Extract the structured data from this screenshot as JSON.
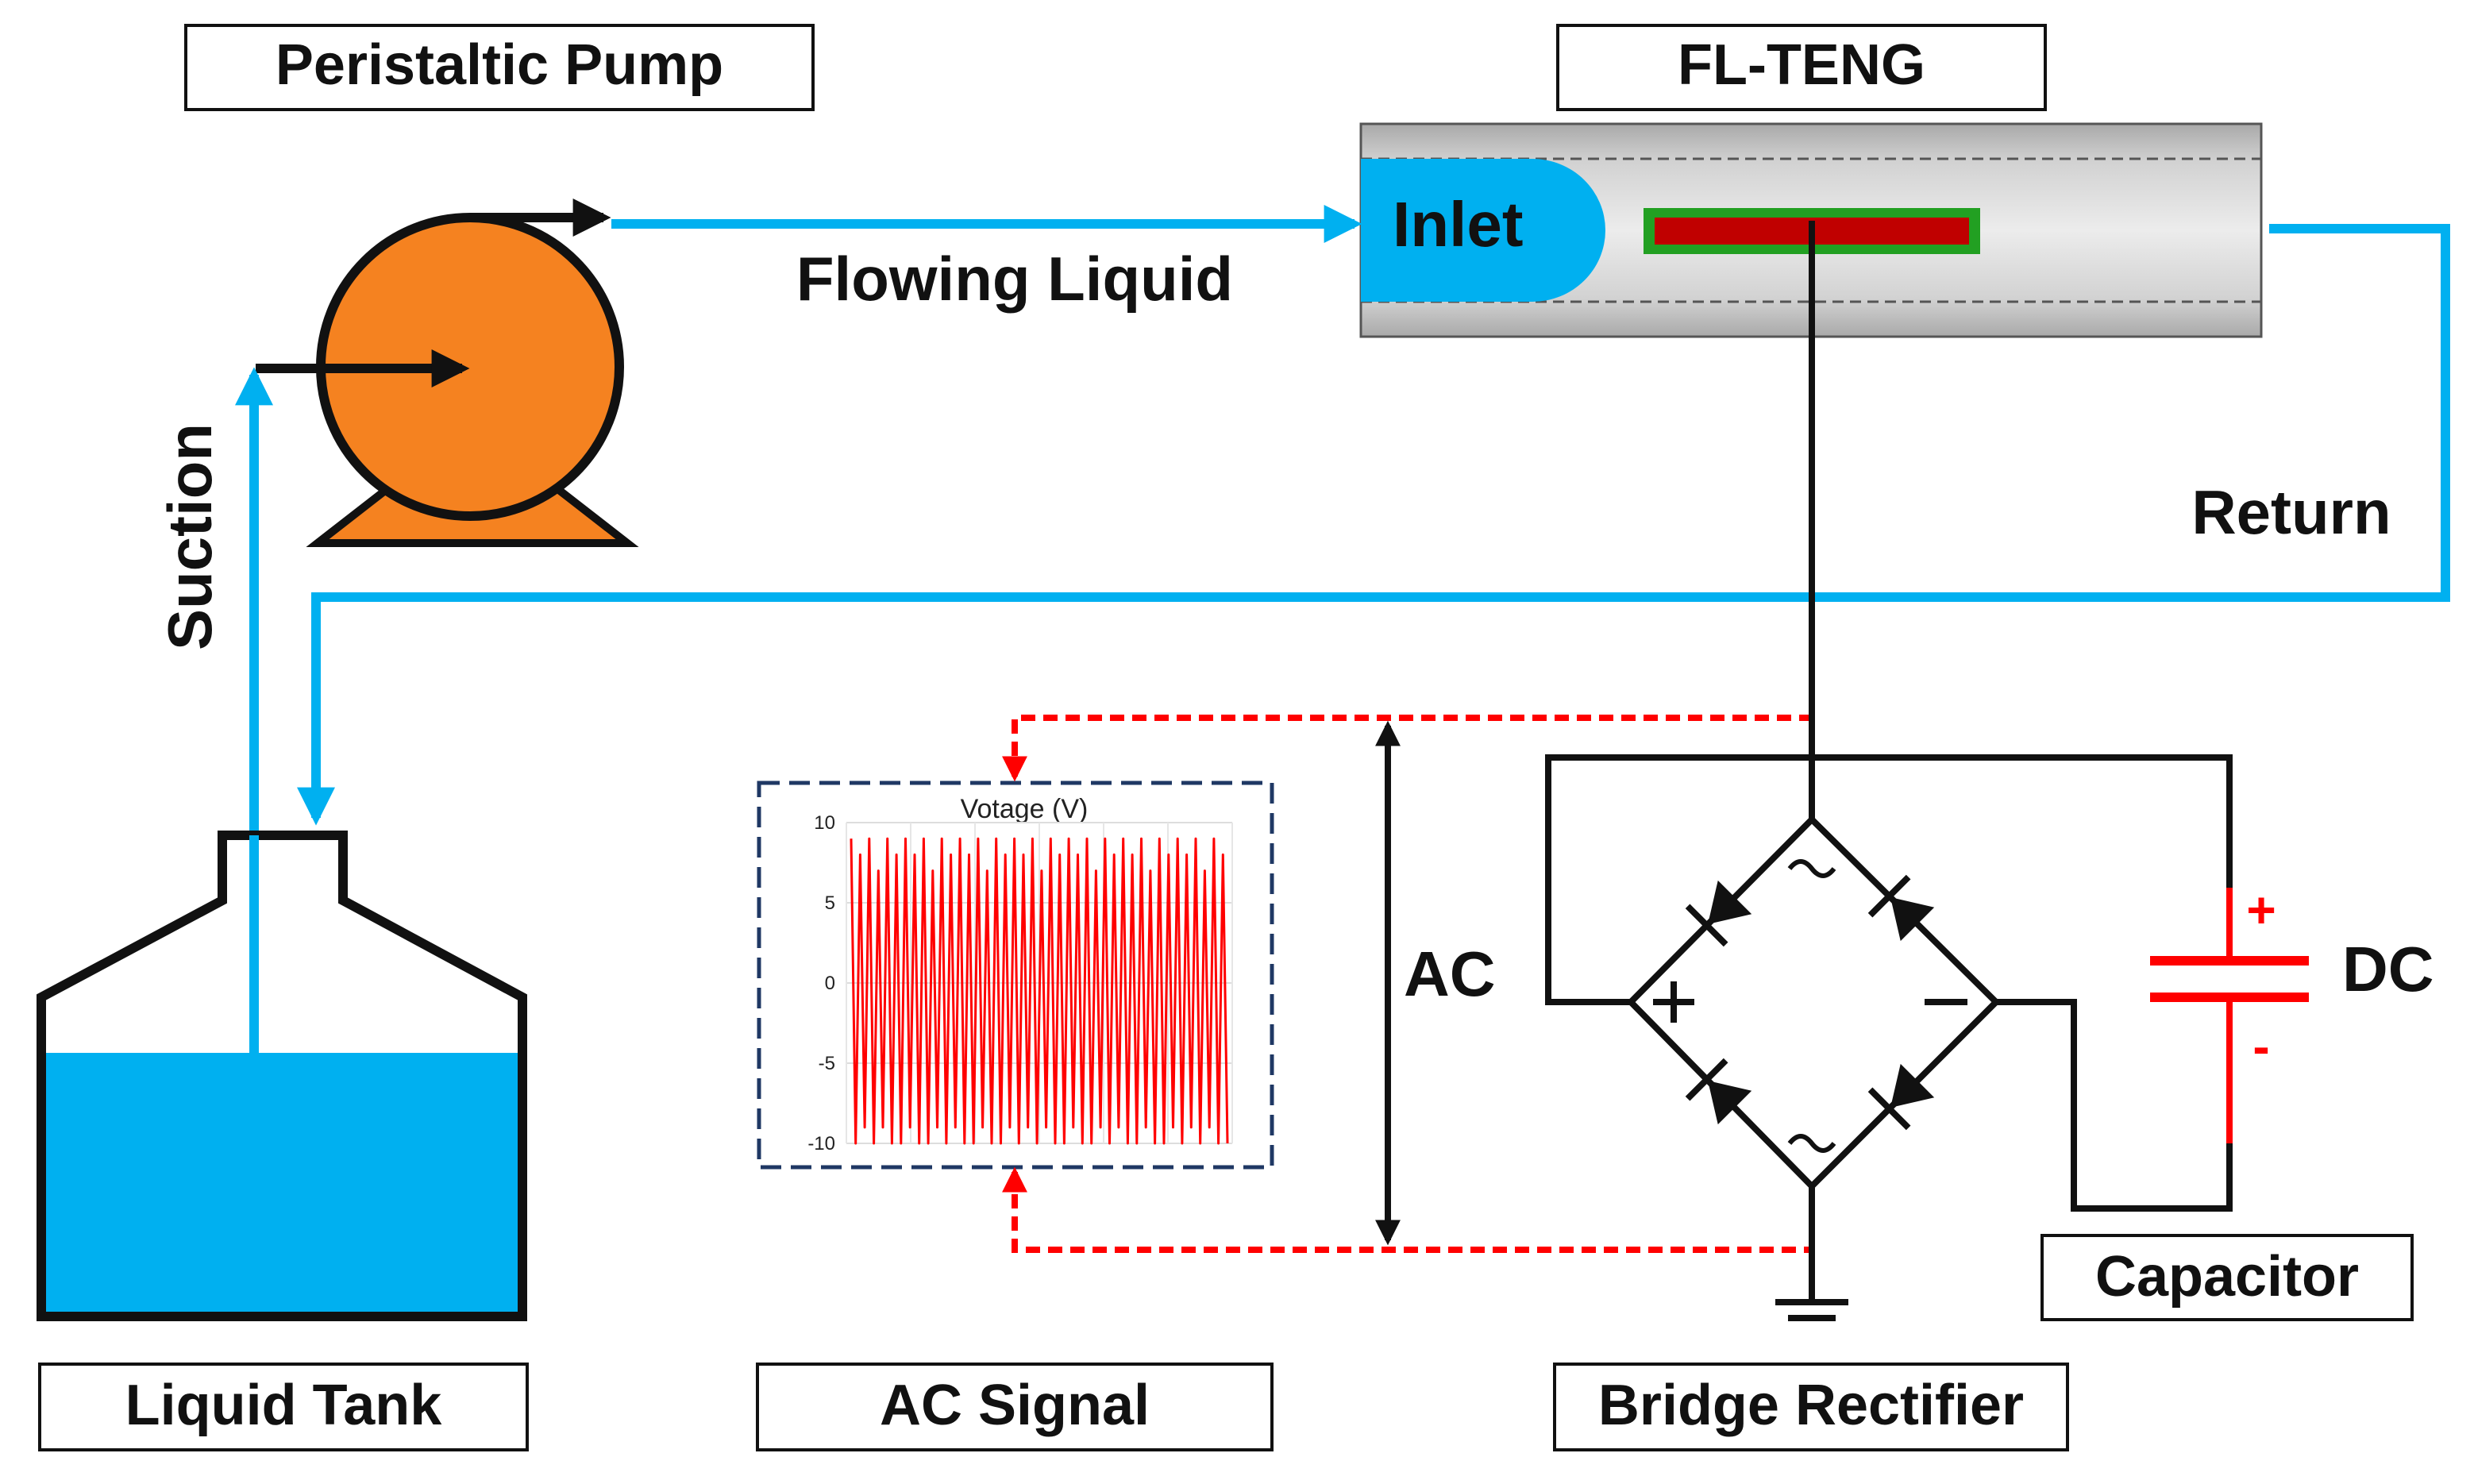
{
  "labels": {
    "pump": "Peristaltic Pump",
    "teng": "FL-TENG",
    "inlet": "Inlet",
    "flowing_liquid": "Flowing Liquid",
    "return": "Return",
    "suction": "Suction",
    "ac": "AC",
    "dc": "DC",
    "plus": "+",
    "minus": "-",
    "tank": "Liquid Tank",
    "ac_signal": "AC Signal",
    "bridge_rectifier": "Bridge Rectifier",
    "capacitor": "Capacitor"
  },
  "colors": {
    "liquid": "#00B0F0",
    "pump_body": "#F58220",
    "wire": "#111111",
    "signal": "#FF0000",
    "electrode_fill": "#C00000",
    "electrode_border": "#22A022",
    "signal_box_border": "#1F3864"
  },
  "chart_data": {
    "type": "line",
    "title": "Votage (V)",
    "ylim": [
      -10,
      10
    ],
    "y_ticks": [
      "10",
      "5",
      "0",
      "-5",
      "-10"
    ],
    "series": [
      {
        "values": [
          9,
          -10,
          8,
          -9,
          9,
          -10,
          7,
          -9,
          9,
          -10,
          8,
          -10,
          9,
          -9,
          8,
          -10,
          9,
          -10,
          7,
          -9,
          9,
          -10,
          8,
          -9,
          9,
          -10,
          8,
          -10,
          9,
          -9,
          7,
          -10,
          9,
          -10,
          8,
          -9,
          9,
          -10,
          8,
          -9,
          9,
          -10,
          7,
          -9,
          9,
          -10,
          8,
          -10,
          9,
          -9,
          8,
          -10,
          9,
          -10,
          7,
          -9,
          9,
          -10,
          8,
          -9,
          9,
          -10,
          8,
          -10,
          9,
          -9,
          7,
          -10,
          9,
          -10,
          8,
          -9,
          9,
          -10,
          8,
          -9,
          9,
          -10,
          7,
          -9,
          9,
          -10,
          8,
          -10
        ]
      }
    ]
  }
}
